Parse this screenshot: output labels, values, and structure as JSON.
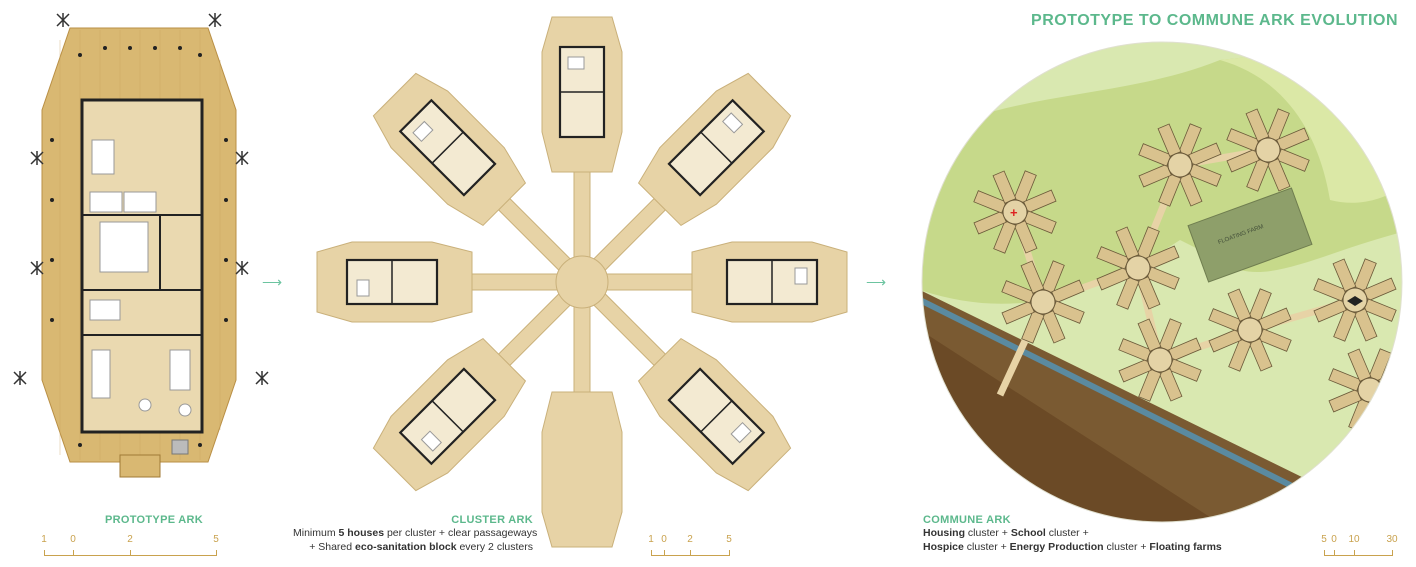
{
  "title": "PROTOTYPE TO COMMUNE ARK EVOLUTION",
  "prototype": {
    "title": "PROTOTYPE ARK",
    "scale": [
      "1",
      "0",
      "2",
      "5"
    ]
  },
  "cluster": {
    "title": "CLUSTER ARK",
    "line1_a": "Minimum ",
    "line1_b": "5 houses",
    "line1_c": " per cluster + clear passageways",
    "line2_a": "+ Shared ",
    "line2_b": "eco-sanitation block",
    "line2_c": " every 2 clusters",
    "scale": [
      "1",
      "0",
      "2",
      "5"
    ]
  },
  "commune": {
    "title": "COMMUNE ARK",
    "line1": [
      {
        "t": "Housing",
        "b": true
      },
      {
        "t": " cluster  + ",
        "b": false
      },
      {
        "t": "School",
        "b": true
      },
      {
        "t": " cluster +",
        "b": false
      }
    ],
    "line2": [
      {
        "t": "Hospice",
        "b": true
      },
      {
        "t": " cluster  + ",
        "b": false
      },
      {
        "t": "Energy Production",
        "b": true
      },
      {
        "t": " cluster + ",
        "b": false
      },
      {
        "t": "Floating farms",
        "b": true
      }
    ],
    "farm_label": "FLOATING FARM",
    "scale": [
      "5",
      "0",
      "10",
      "30"
    ]
  },
  "colors": {
    "accent": "#5cb88c",
    "wood": "#e7d3a6",
    "deck": "#d9b872",
    "scale": "#c9a24e"
  }
}
